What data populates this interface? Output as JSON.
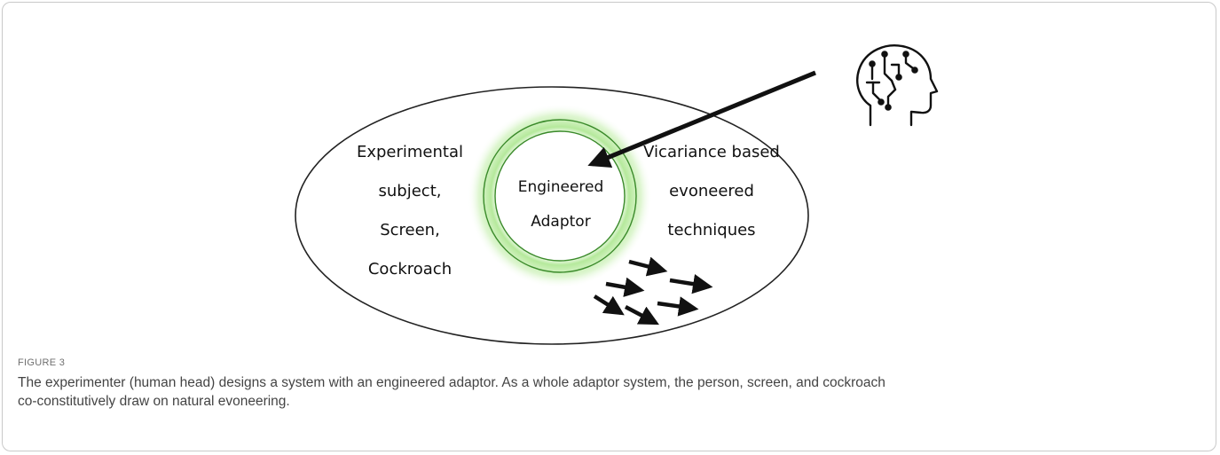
{
  "diagram": {
    "left_text": [
      "Experimental",
      "subject,",
      "Screen,",
      "Cockroach"
    ],
    "center_text": [
      "Engineered",
      "Adaptor"
    ],
    "right_text": [
      "Vicariance based",
      "evoneered",
      "techniques"
    ],
    "icons": [
      "human-head-circuit-icon"
    ],
    "colors": {
      "ring": "#3a8a2a",
      "glow": "#9be27c",
      "ink": "#111111"
    }
  },
  "figure": {
    "label": "FIGURE 3",
    "caption_lines": [
      "The experimenter (human head) designs a system with an engineered adaptor. As a whole adaptor system, the person, screen, and cockroach",
      "co-constitutively draw on natural evoneering."
    ]
  }
}
